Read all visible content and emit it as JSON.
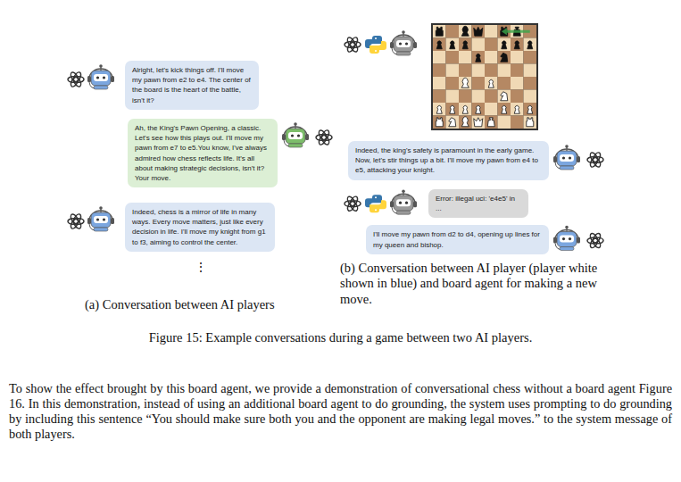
{
  "diagram": {
    "caption": "Figure 15: Example conversations during a game between two AI players.",
    "nodes": [
      {
        "text": [
          "Alright, let's kick things off. I'll move my pawn from e2 to e4. The center of the board is the heart of the battle, isn't it?"
        ]
      },
      {
        "text": [
          "Ah, the King's Pawn Opening, a classic. Let's see how this plays out. I'll move my pawn from e7 to e5.You know, I've always admired how chess reflects life. It's all about making strategic decisions, isn't it? Your move."
        ]
      },
      {
        "text": [
          "Indeed, chess is a mirror of life in many ways. Every move matters, just like every decision in life. I'll move my knight from g1 to f3, aiming to control the center."
        ]
      },
      {
        "text": [
          "Indeed, the king's safety is paramount in the early game. Now, let's stir things up a bit. I'll move my pawn from e4 to e5, attacking your knight."
        ]
      },
      {
        "text": [
          "Error: illegal uci: 'e4e5' in ..."
        ]
      },
      {
        "text": [
          "I'll move my pawn from d2 to d4, opening up lines for my queen and bishop."
        ]
      }
    ],
    "labels": [
      "⋮",
      "(a) Conversation between AI players",
      "(b) Conversation between AI player (player white shown in blue) and board agent for making a new move.",
      "To show the effect brought by this board agent, we provide a demonstration of conversational chess without a board agent Figure 16. In this demonstration, instead of using an additional board agent to do grounding, the system uses prompting to do grounding by including this sentence “You should make sure both you and the opponent are making legal moves.” to the system message of both players."
    ]
  }
}
